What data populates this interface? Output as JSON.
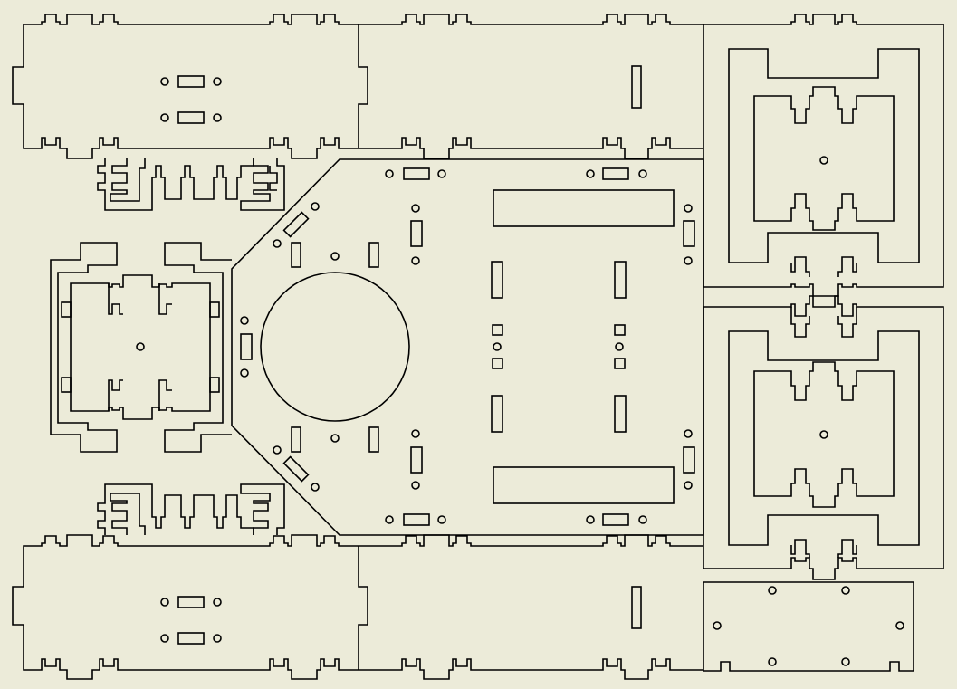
{
  "diagram": {
    "kind": "laser-cut-sheet",
    "colors": {
      "background": "#ecebd9",
      "line": "#000000"
    },
    "parts": [
      {
        "id": "side-panel-top-left",
        "holes": 4,
        "slots": 2
      },
      {
        "id": "side-panel-top-center",
        "holes": 0,
        "slots": 1
      },
      {
        "id": "side-panel-bottom-left",
        "holes": 4,
        "slots": 2
      },
      {
        "id": "side-panel-bottom-center",
        "holes": 0,
        "slots": 1
      },
      {
        "id": "base-plate",
        "holes": 20,
        "slots": 22
      },
      {
        "id": "left-bracket",
        "holes": 1,
        "slots": 4
      },
      {
        "id": "right-frame-top",
        "holes": 1,
        "slots": 0
      },
      {
        "id": "right-frame-bottom",
        "holes": 1,
        "slots": 0
      },
      {
        "id": "comb-strip-top",
        "holes": 0,
        "slots": 0
      },
      {
        "id": "comb-strip-bottom",
        "holes": 0,
        "slots": 0
      },
      {
        "id": "small-panel-bottom-right",
        "holes": 6,
        "slots": 0
      }
    ]
  }
}
